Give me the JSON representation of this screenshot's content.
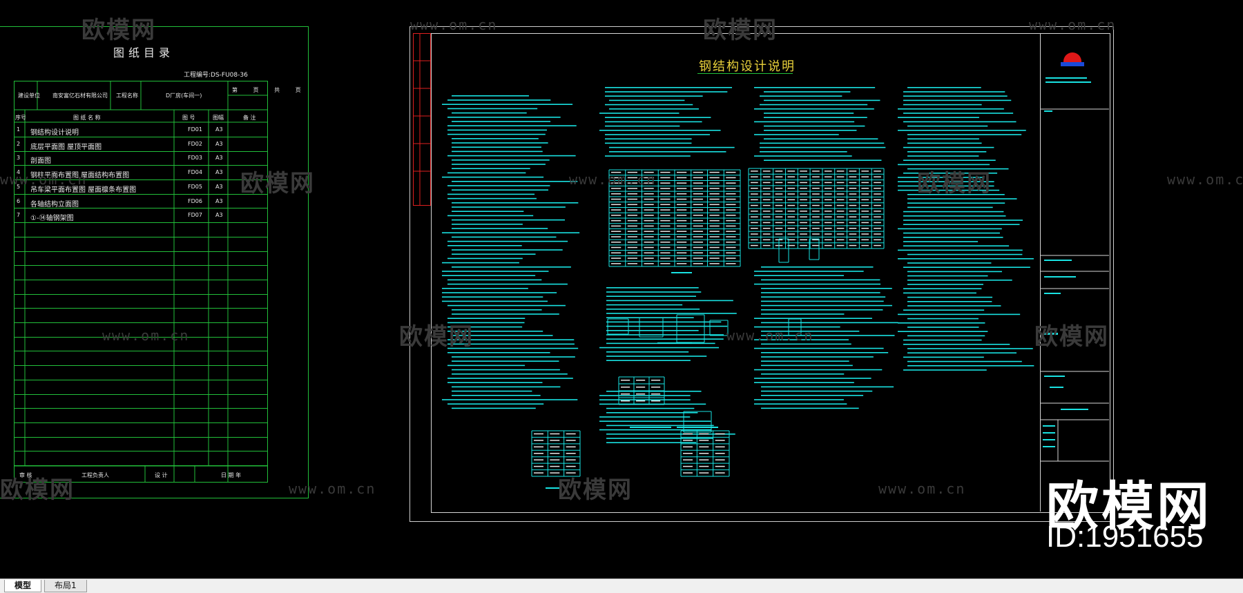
{
  "left_sheet": {
    "title": "图纸目录",
    "project_no": "工程编号:DS-FU08-36",
    "header": {
      "builder_label": "建设单位",
      "builder": "南安富亿石材有限公司",
      "project_label": "工程名称",
      "project": "D厂房(车间一)",
      "sheet_label": "第 页 共 页"
    },
    "columns": [
      "序号",
      "图 纸 名 称",
      "图 号",
      "图幅",
      "备 注"
    ],
    "rows": [
      {
        "no": "1",
        "name": "钢结构设计说明",
        "code": "FD01",
        "size": "A3"
      },
      {
        "no": "2",
        "name": "底层平面图    屋顶平面图",
        "code": "FD02",
        "size": "A3"
      },
      {
        "no": "3",
        "name": "剖面图",
        "code": "FD03",
        "size": "A3"
      },
      {
        "no": "4",
        "name": "钢柱平面布置图    屋面结构布置图",
        "code": "FD04",
        "size": "A3"
      },
      {
        "no": "5",
        "name": "吊车梁平面布置图    屋面檩条布置图",
        "code": "FD05",
        "size": "A3"
      },
      {
        "no": "6",
        "name": "各轴结构立面图",
        "code": "FD06",
        "size": "A3"
      },
      {
        "no": "7",
        "name": "①-⑭轴钢架图",
        "code": "FD07",
        "size": "A3"
      }
    ],
    "footer": {
      "left": "审 核",
      "mid1": "工程负责人",
      "mid2": "设 计",
      "right": "日 期 年"
    }
  },
  "right_sheet": {
    "title": "钢结构设计说明",
    "table_caption_1": "表1",
    "table_caption_2": "表2"
  },
  "watermarks": {
    "brand": "欧模网",
    "url": "www.om.cn",
    "id_text": "ID:1951655"
  },
  "tabs": {
    "model": "模型",
    "layout1": "布局1"
  }
}
